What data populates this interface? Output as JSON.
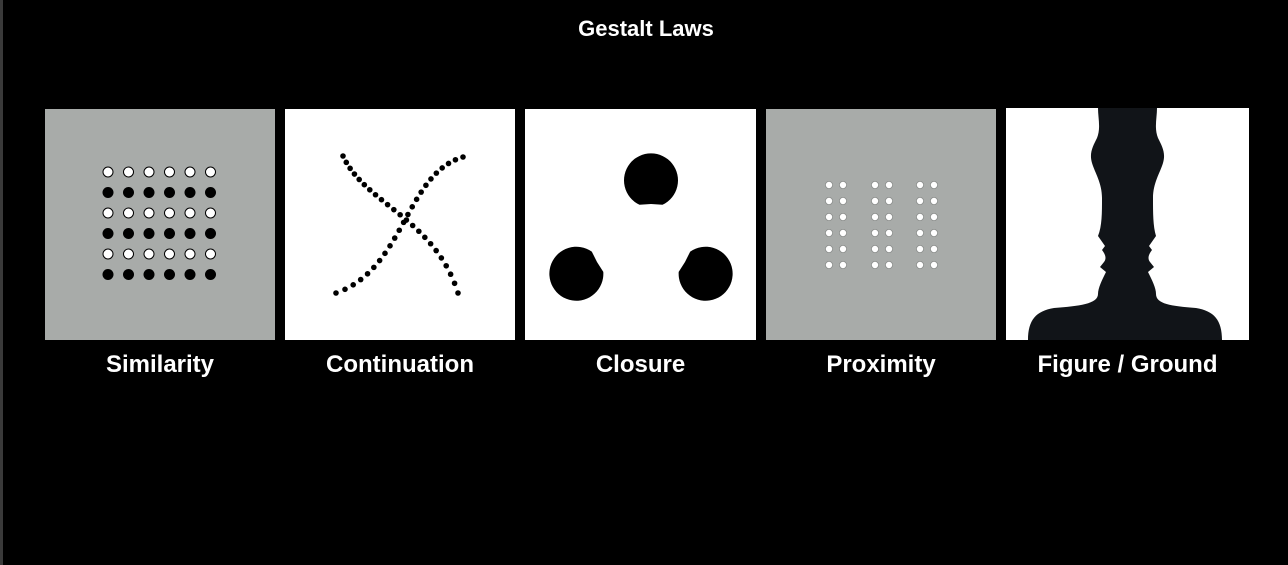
{
  "title": "Gestalt Laws",
  "colors": {
    "background": "#000000",
    "panel_gray": "#a8aba9",
    "panel_white": "#ffffff",
    "figure": "#111418"
  },
  "laws": [
    {
      "id": "similarity",
      "label": "Similarity",
      "illustration": "similarity-dot-grid-icon"
    },
    {
      "id": "continuation",
      "label": "Continuation",
      "illustration": "crossing-dotted-curves-icon"
    },
    {
      "id": "closure",
      "label": "Closure",
      "illustration": "kanizsa-triangle-icon"
    },
    {
      "id": "proximity",
      "label": "Proximity",
      "illustration": "grouped-dot-columns-icon"
    },
    {
      "id": "figure_ground",
      "label": "Figure / Ground",
      "illustration": "rubin-vase-faces-icon"
    }
  ]
}
